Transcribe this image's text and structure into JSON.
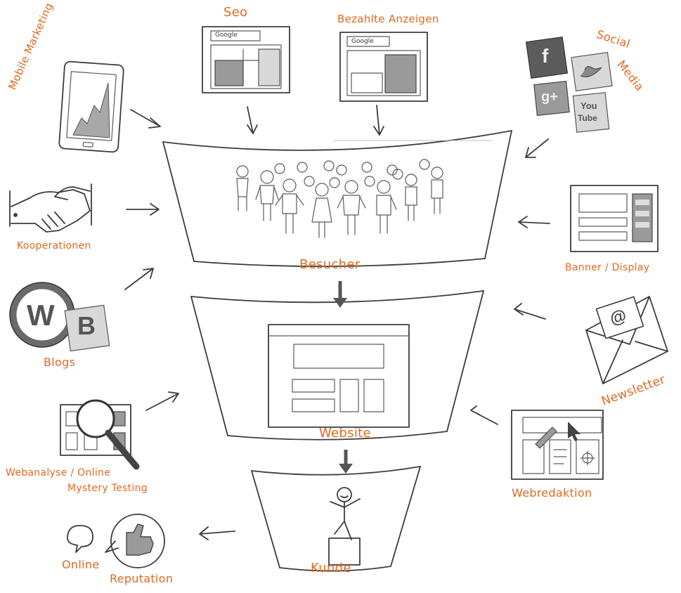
{
  "funnel": {
    "stage_visitors": "Besucher",
    "stage_website": "Website",
    "stage_customer": "Kunde"
  },
  "channels_in": {
    "seo": "Seo",
    "paid_ads": "Bezahlte Anzeigen",
    "social_media_line1": "Social",
    "social_media_line2": "Media",
    "mobile_marketing": "Mobile Marketing",
    "cooperations": "Kooperationen",
    "blogs": "Blogs",
    "banner_display": "Banner / Display",
    "newsletter": "Newsletter"
  },
  "support": {
    "web_editing": "Webredaktion",
    "web_analytics_line1": "Webanalyse / Online",
    "web_analytics_line2": "Mystery Testing"
  },
  "outcome": {
    "reputation_line1": "Online",
    "reputation_line2": "Reputation"
  },
  "icon_text": {
    "google_seo": "Google",
    "google_ads": "Google",
    "facebook": "f",
    "google_plus": "g+",
    "youtube_line1": "You",
    "youtube_line2": "Tube",
    "wordpress": "W",
    "blog_b": "B",
    "at_sign": "@"
  },
  "colors": {
    "label_accent": "#e0691f",
    "sketch_stroke": "#3c3c3c"
  }
}
